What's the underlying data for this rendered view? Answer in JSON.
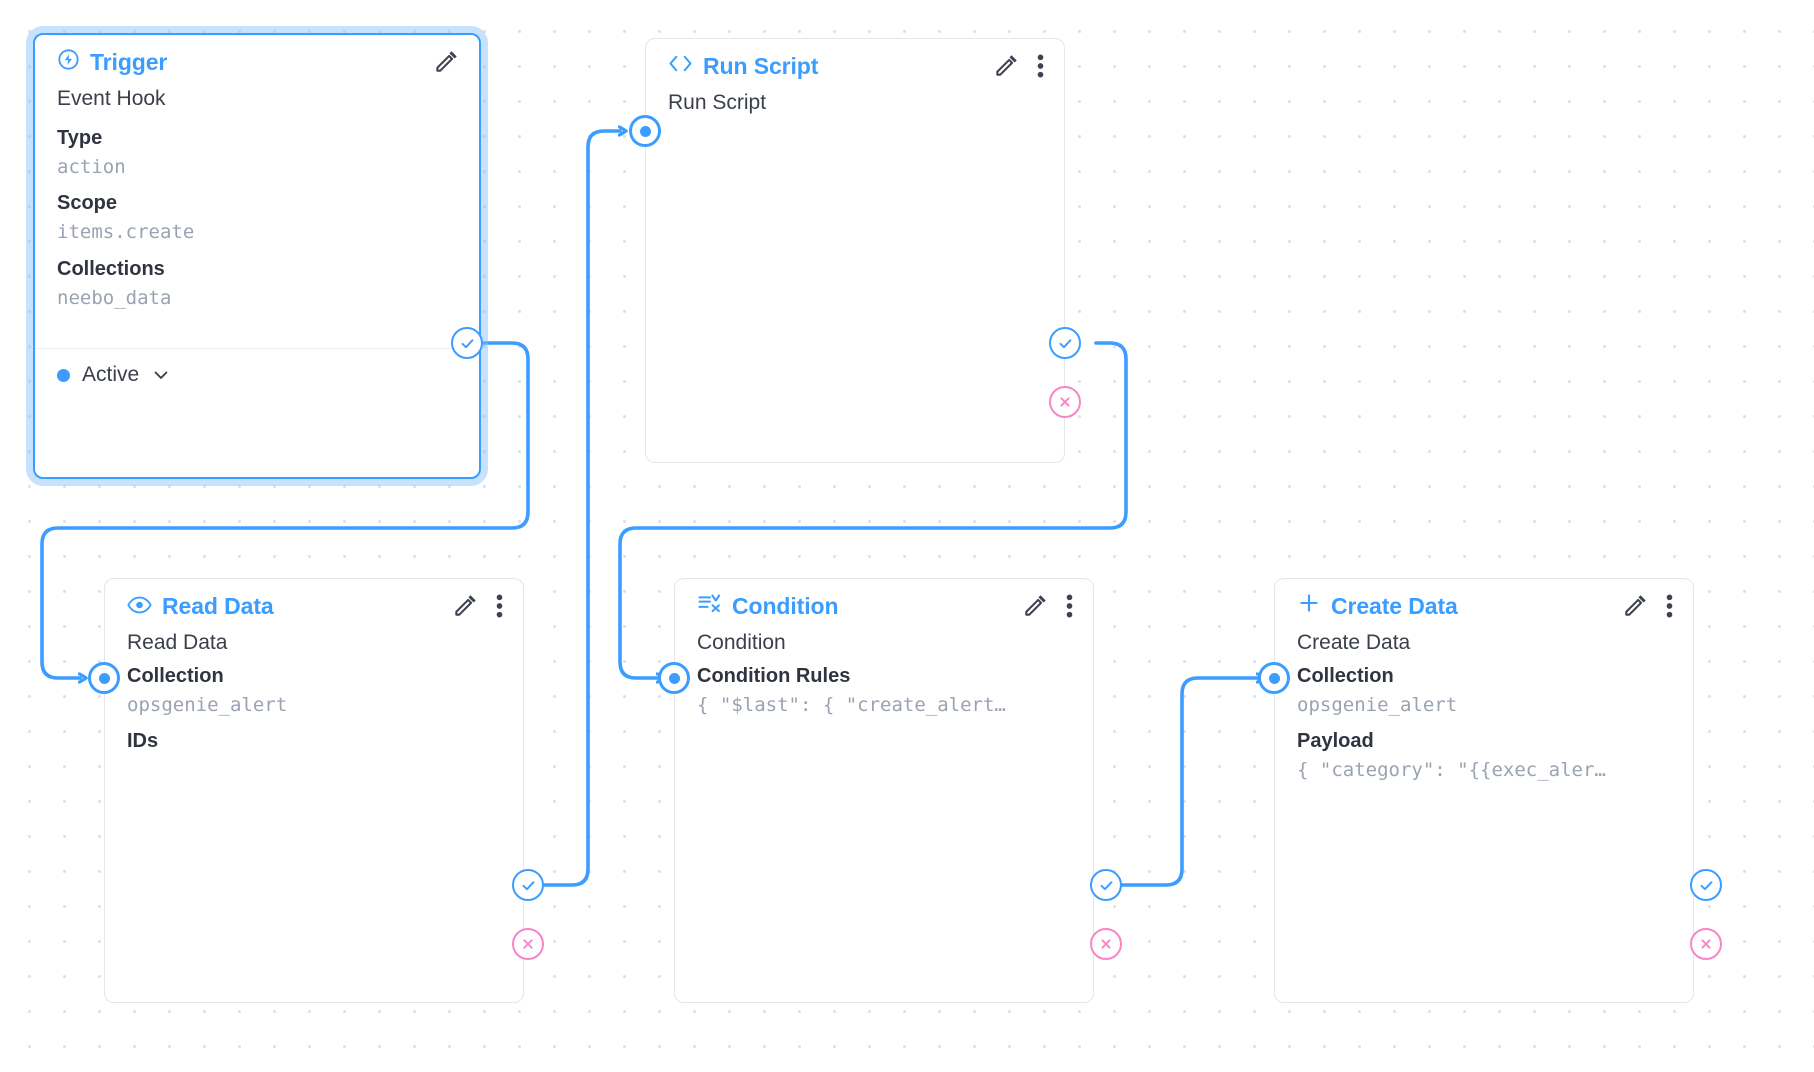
{
  "canvas": {
    "background": "#ffffff",
    "dot_color": "#dfe2e8",
    "accent_color": "#3b9dff",
    "reject_color": "#f985c5"
  },
  "nodes": [
    {
      "id": "trigger",
      "title": "Trigger",
      "icon": "bolt-circle-icon",
      "selected": true,
      "op_name": "Event Hook",
      "fields": [
        {
          "label": "Type",
          "value": "action"
        },
        {
          "label": "Scope",
          "value": "items.create"
        },
        {
          "label": "Collections",
          "value": "neebo_data"
        }
      ],
      "status": {
        "label": "Active",
        "color": "#3b9dff",
        "chevron": "chevron-down-icon"
      },
      "actions": [
        "edit-icon"
      ]
    },
    {
      "id": "run-script",
      "title": "Run Script",
      "icon": "code-brackets-icon",
      "selected": false,
      "op_name": "Run Script",
      "fields": [],
      "actions": [
        "edit-icon",
        "more-options-icon"
      ]
    },
    {
      "id": "read-data",
      "title": "Read Data",
      "icon": "eye-icon",
      "selected": false,
      "op_name": "Read Data",
      "fields": [
        {
          "label": "Collection",
          "value": "opsgenie_alert"
        },
        {
          "label": "IDs",
          "value": ""
        }
      ],
      "actions": [
        "edit-icon",
        "more-options-icon"
      ]
    },
    {
      "id": "condition",
      "title": "Condition",
      "icon": "condition-icon",
      "selected": false,
      "op_name": "Condition",
      "fields": [
        {
          "label": "Condition Rules",
          "value": "{ \"$last\": { \"create_alert…"
        }
      ],
      "actions": [
        "edit-icon",
        "more-options-icon"
      ]
    },
    {
      "id": "create-data",
      "title": "Create Data",
      "icon": "plus-icon",
      "selected": false,
      "op_name": "Create Data",
      "fields": [
        {
          "label": "Collection",
          "value": "opsgenie_alert"
        },
        {
          "label": "Payload",
          "value": "{ \"category\": \"{{exec_aler…"
        }
      ],
      "actions": [
        "edit-icon",
        "more-options-icon"
      ]
    }
  ],
  "ports": {
    "input_name": "input-port",
    "resolve_name": "resolve-port",
    "reject_name": "reject-port"
  }
}
